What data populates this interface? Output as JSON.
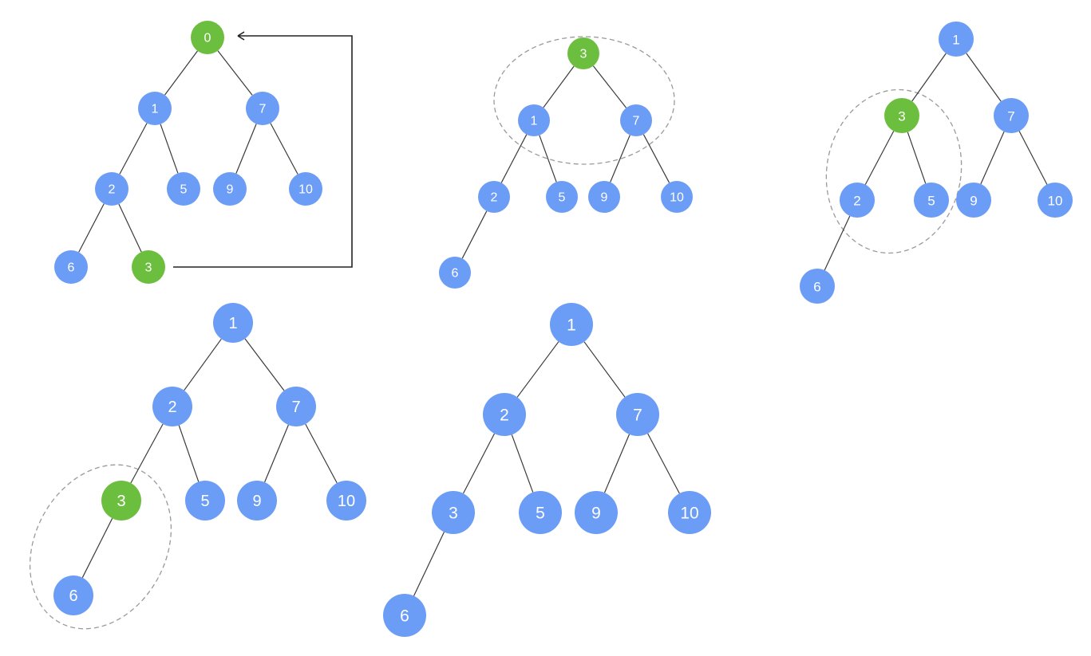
{
  "colors": {
    "node_default": "#6b9cf6",
    "node_highlight": "#6cbf3e",
    "edge": "#3a3a3a",
    "ring": "#9a9a9a",
    "arrow": "#222222"
  },
  "trees": [
    {
      "id": "step-1",
      "nodes": [
        {
          "id": "a0",
          "label": "0",
          "highlight": true
        },
        {
          "id": "a1",
          "label": "1"
        },
        {
          "id": "a7",
          "label": "7"
        },
        {
          "id": "a2",
          "label": "2"
        },
        {
          "id": "a5",
          "label": "5"
        },
        {
          "id": "a9",
          "label": "9"
        },
        {
          "id": "a10",
          "label": "10"
        },
        {
          "id": "a6",
          "label": "6"
        },
        {
          "id": "a3",
          "label": "3",
          "highlight": true
        }
      ],
      "edges": [
        [
          "a0",
          "a1"
        ],
        [
          "a0",
          "a7"
        ],
        [
          "a1",
          "a2"
        ],
        [
          "a1",
          "a5"
        ],
        [
          "a7",
          "a9"
        ],
        [
          "a7",
          "a10"
        ],
        [
          "a2",
          "a6"
        ],
        [
          "a2",
          "a3"
        ]
      ]
    },
    {
      "id": "step-2",
      "nodes": [
        {
          "id": "b3",
          "label": "3",
          "highlight": true
        },
        {
          "id": "b1",
          "label": "1"
        },
        {
          "id": "b7",
          "label": "7"
        },
        {
          "id": "b2",
          "label": "2"
        },
        {
          "id": "b5",
          "label": "5"
        },
        {
          "id": "b9",
          "label": "9"
        },
        {
          "id": "b10",
          "label": "10"
        },
        {
          "id": "b6",
          "label": "6"
        }
      ],
      "edges": [
        [
          "b3",
          "b1"
        ],
        [
          "b3",
          "b7"
        ],
        [
          "b1",
          "b2"
        ],
        [
          "b1",
          "b5"
        ],
        [
          "b7",
          "b9"
        ],
        [
          "b7",
          "b10"
        ],
        [
          "b2",
          "b6"
        ]
      ]
    },
    {
      "id": "step-3",
      "nodes": [
        {
          "id": "c1",
          "label": "1"
        },
        {
          "id": "c3",
          "label": "3",
          "highlight": true
        },
        {
          "id": "c7",
          "label": "7"
        },
        {
          "id": "c2",
          "label": "2"
        },
        {
          "id": "c5",
          "label": "5"
        },
        {
          "id": "c9",
          "label": "9"
        },
        {
          "id": "c10",
          "label": "10"
        },
        {
          "id": "c6",
          "label": "6"
        }
      ],
      "edges": [
        [
          "c1",
          "c3"
        ],
        [
          "c1",
          "c7"
        ],
        [
          "c3",
          "c2"
        ],
        [
          "c3",
          "c5"
        ],
        [
          "c7",
          "c9"
        ],
        [
          "c7",
          "c10"
        ],
        [
          "c2",
          "c6"
        ]
      ]
    },
    {
      "id": "step-4",
      "nodes": [
        {
          "id": "d1",
          "label": "1"
        },
        {
          "id": "d2",
          "label": "2"
        },
        {
          "id": "d7",
          "label": "7"
        },
        {
          "id": "d3",
          "label": "3",
          "highlight": true
        },
        {
          "id": "d5",
          "label": "5"
        },
        {
          "id": "d9",
          "label": "9"
        },
        {
          "id": "d10",
          "label": "10"
        },
        {
          "id": "d6",
          "label": "6"
        }
      ],
      "edges": [
        [
          "d1",
          "d2"
        ],
        [
          "d1",
          "d7"
        ],
        [
          "d2",
          "d3"
        ],
        [
          "d2",
          "d5"
        ],
        [
          "d7",
          "d9"
        ],
        [
          "d7",
          "d10"
        ],
        [
          "d3",
          "d6"
        ]
      ]
    },
    {
      "id": "step-5",
      "nodes": [
        {
          "id": "e1",
          "label": "1"
        },
        {
          "id": "e2",
          "label": "2"
        },
        {
          "id": "e7",
          "label": "7"
        },
        {
          "id": "e3",
          "label": "3"
        },
        {
          "id": "e5",
          "label": "5"
        },
        {
          "id": "e9",
          "label": "9"
        },
        {
          "id": "e10",
          "label": "10"
        },
        {
          "id": "e6",
          "label": "6"
        }
      ],
      "edges": [
        [
          "e1",
          "e2"
        ],
        [
          "e1",
          "e7"
        ],
        [
          "e2",
          "e3"
        ],
        [
          "e2",
          "e5"
        ],
        [
          "e7",
          "e9"
        ],
        [
          "e7",
          "e10"
        ],
        [
          "e3",
          "e6"
        ]
      ]
    }
  ]
}
